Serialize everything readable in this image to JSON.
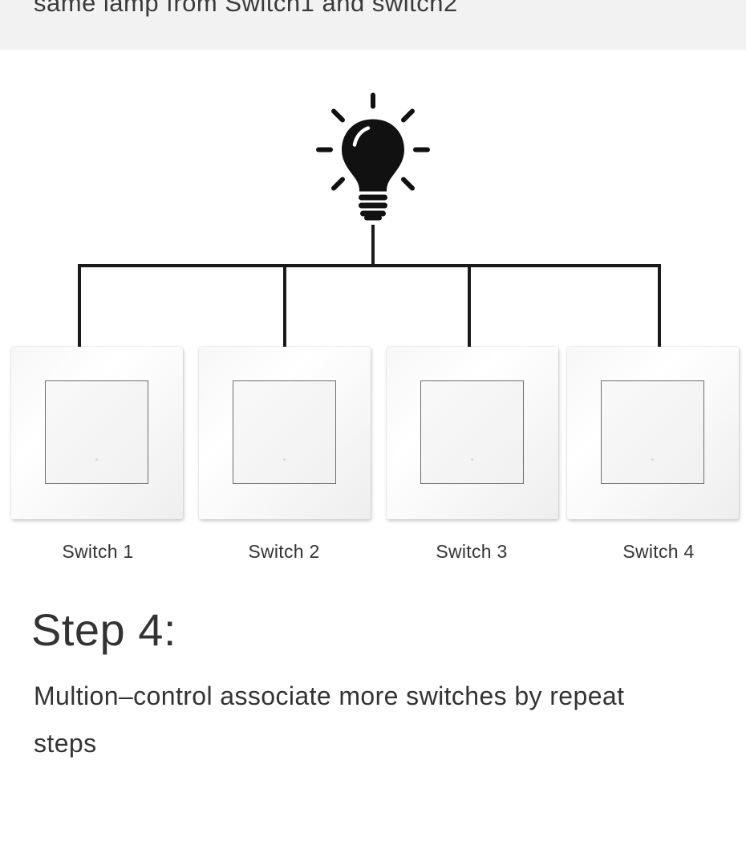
{
  "header": {
    "caption": "same lamp from Switch1 and switch2"
  },
  "diagram": {
    "lamp_icon": "light-bulb-icon",
    "wire_color": "#1a1a1a",
    "switches": [
      {
        "label": "Switch 1"
      },
      {
        "label": "Switch 2"
      },
      {
        "label": "Switch 3"
      },
      {
        "label": "Switch 4"
      }
    ]
  },
  "step": {
    "title": "Step 4:",
    "description": "Multion–control associate more switches by repeat steps"
  }
}
